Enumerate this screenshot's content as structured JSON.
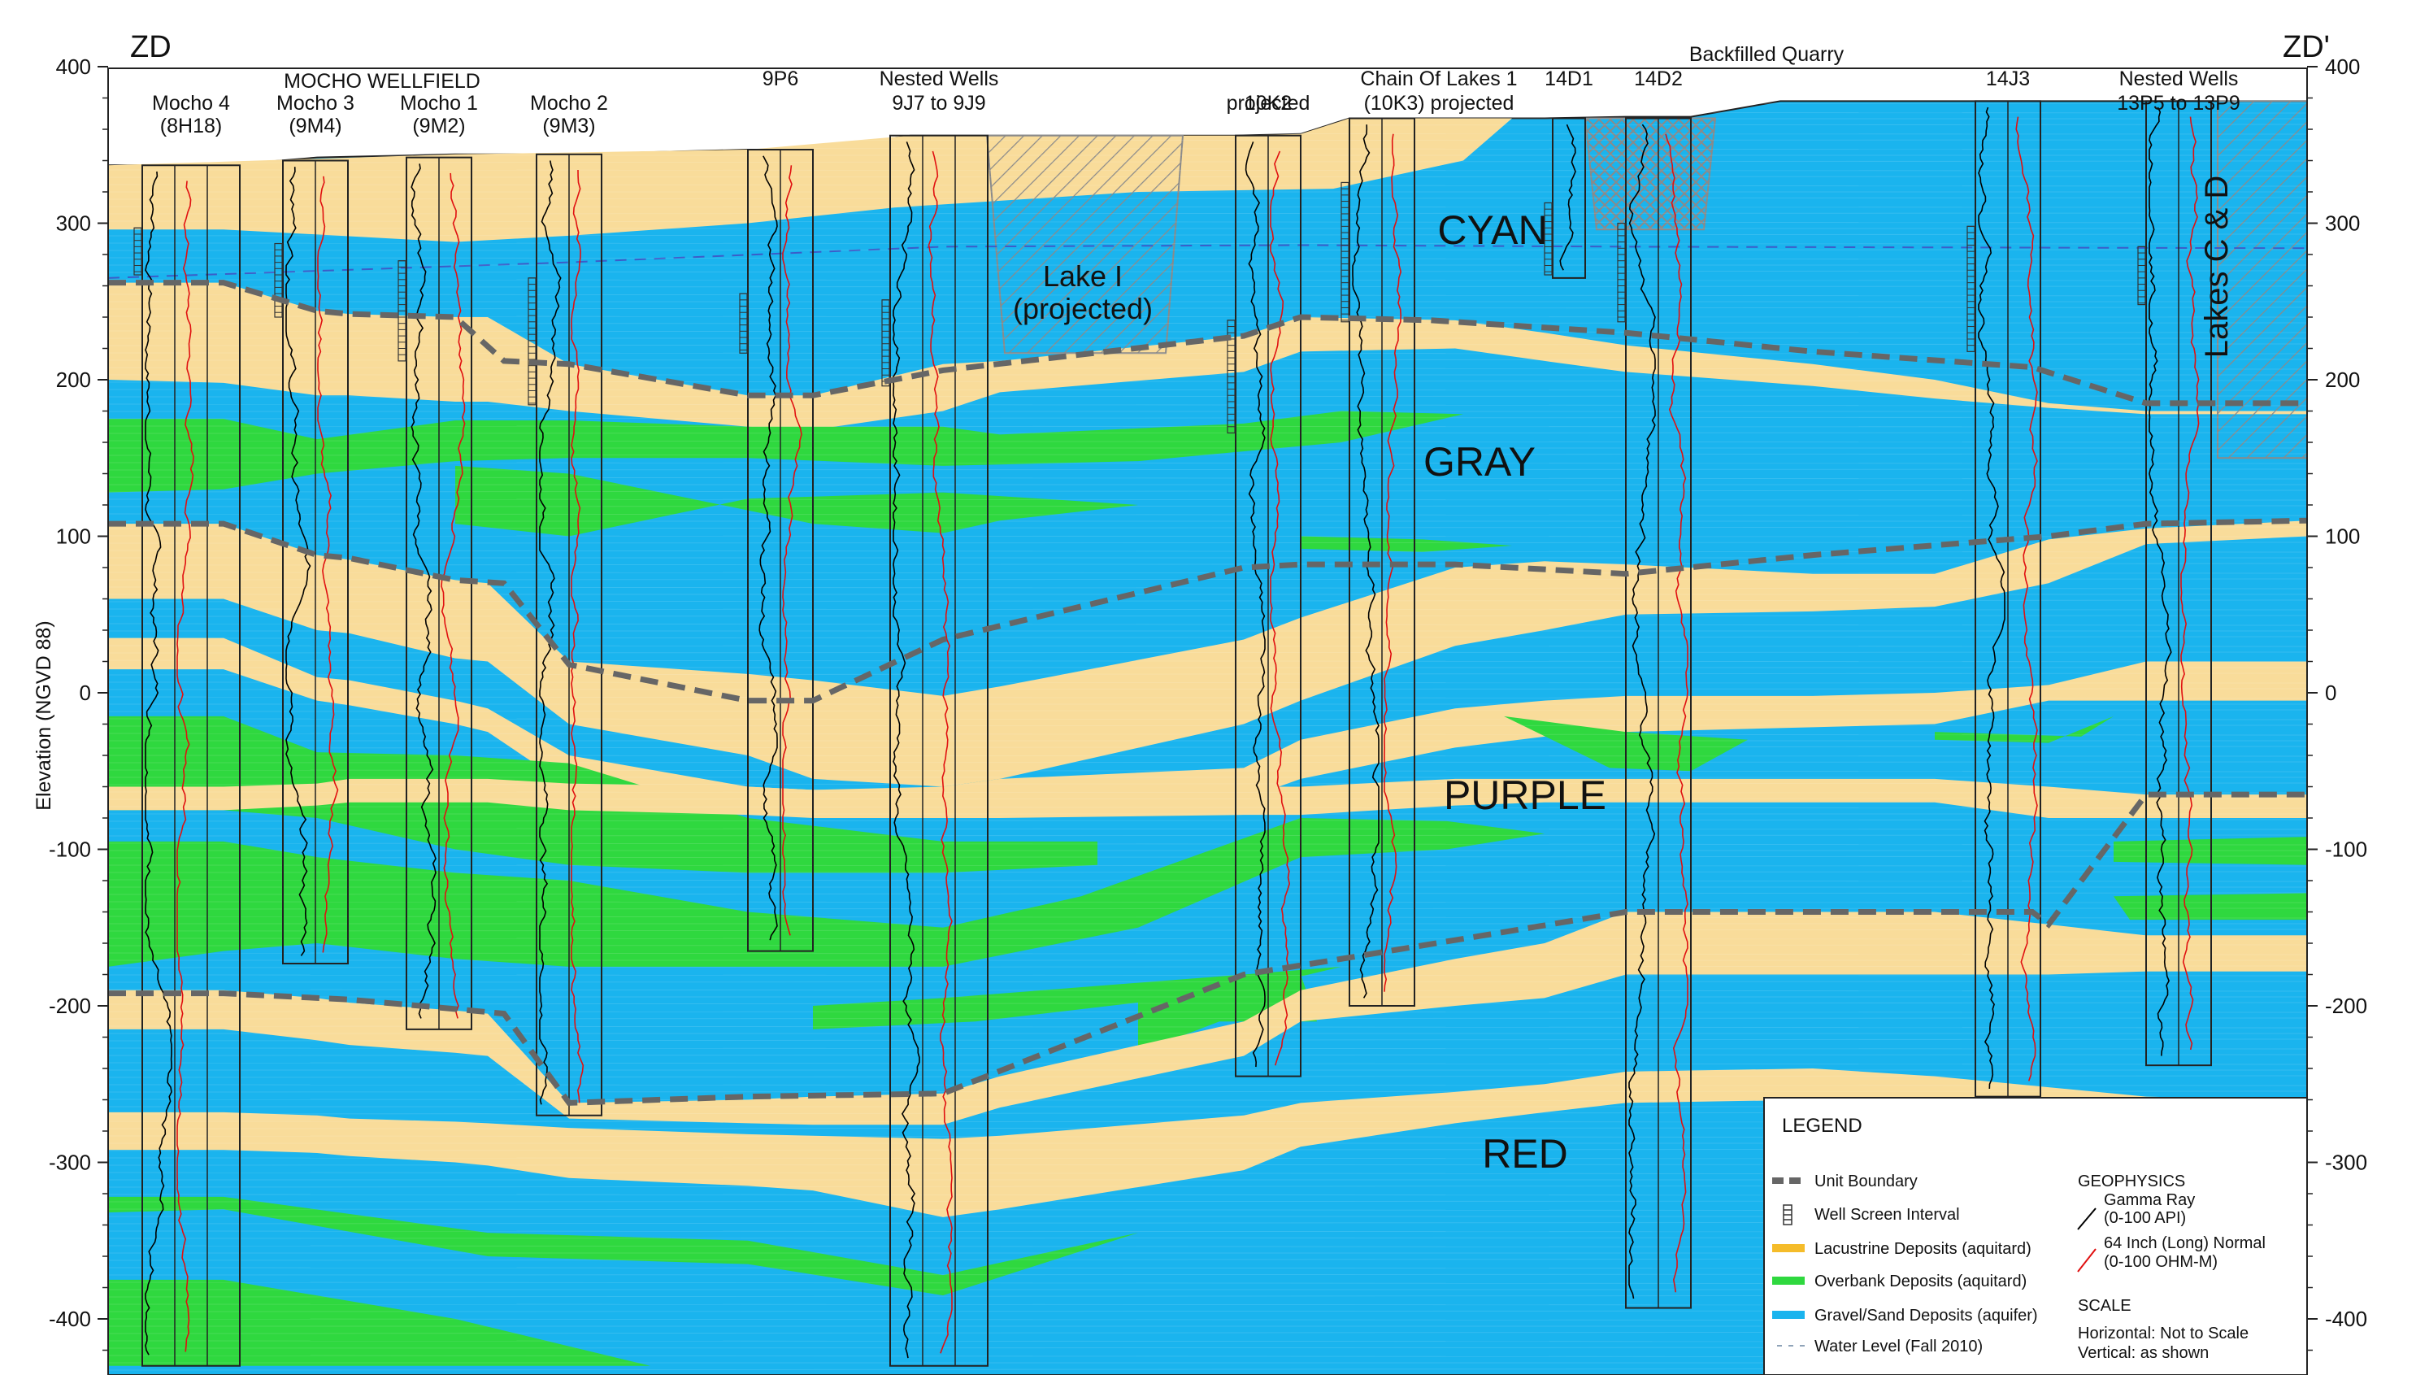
{
  "section": {
    "left_end": "ZD",
    "right_end": "ZD'"
  },
  "axis": {
    "label": "Elevation (NGVD 88)",
    "min": -430,
    "max": 400,
    "ticks": [
      400,
      300,
      200,
      100,
      0,
      -100,
      -200,
      -300,
      -400
    ],
    "tick_labels": [
      "400",
      "300",
      "200",
      "100",
      "0",
      "-100",
      "-200",
      "-300",
      "-400"
    ]
  },
  "group_label": "MOCHO WELLFIELD",
  "wells": [
    {
      "line1": "Mocho 4",
      "line2": "(8H18)"
    },
    {
      "line1": "Mocho 3",
      "line2": "(9M4)"
    },
    {
      "line1": "Mocho 1",
      "line2": "(9M2)"
    },
    {
      "line1": "Mocho 2",
      "line2": "(9M3)"
    },
    {
      "line1": "9P6",
      "line2": ""
    },
    {
      "line1": "Nested Wells",
      "line2": "9J7 to 9J9"
    },
    {
      "line1": "10K2",
      "line2": "projected"
    },
    {
      "line1": "Chain Of Lakes 1",
      "line2": "(10K3) projected"
    },
    {
      "line1": "14D1",
      "line2": ""
    },
    {
      "line1": "14D2",
      "line2": ""
    },
    {
      "line1": "14J3",
      "line2": ""
    },
    {
      "line1": "Nested Wells",
      "line2": "13P5 to 13P9"
    }
  ],
  "features": {
    "quarry": "Backfilled Quarry",
    "lake_i_line1": "Lake I",
    "lake_i_line2": "(projected)",
    "lakes_cd": "Lakes C & D"
  },
  "units": [
    "CYAN",
    "GRAY",
    "PURPLE",
    "RED"
  ],
  "legend": {
    "title": "LEGEND",
    "unit_boundary": "Unit Boundary",
    "screen": "Well Screen Interval",
    "lacustrine": "Lacustrine Deposits (aquitard)",
    "overbank": "Overbank Deposits (aquitard)",
    "gravel": "Gravel/Sand Deposits (aquifer)",
    "water": "Water Level (Fall 2010)",
    "geophysics_title": "GEOPHYSICS",
    "gamma_1": "Gamma Ray",
    "gamma_2": "(0-100 API)",
    "normal_1": "64 Inch (Long) Normal",
    "normal_2": "(0-100 OHM-M)",
    "scale_title": "SCALE",
    "scale_h": "Horizontal: Not to Scale",
    "scale_v": "Vertical: as shown"
  },
  "colors": {
    "lacustrine": "#F9DC9A",
    "overbank": "#2FD83F",
    "gravel": "#1AB4EE",
    "boundary": "#666666",
    "gamma": "#000000",
    "normal": "#E01010",
    "lake": "#8A8A8A"
  }
}
